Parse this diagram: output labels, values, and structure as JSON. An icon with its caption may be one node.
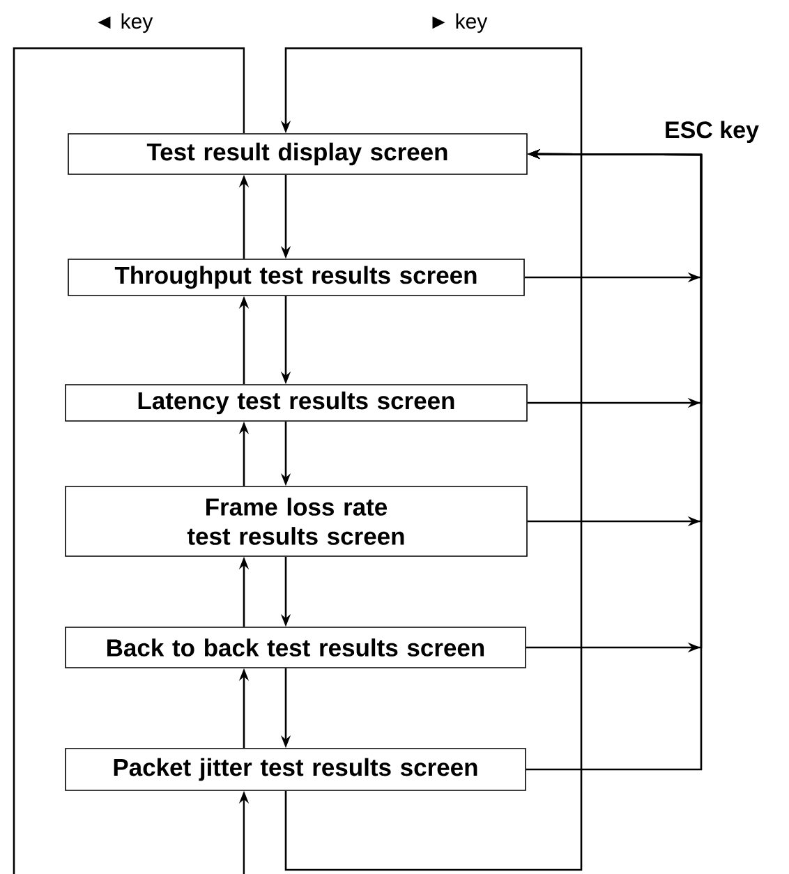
{
  "diagram": {
    "nodes": [
      {
        "text": [
          "Test result display screen"
        ]
      },
      {
        "text": [
          "Throughput test results screen"
        ]
      },
      {
        "text": [
          "Latency test results screen"
        ]
      },
      {
        "text": [
          "Frame loss rate test results screen"
        ]
      },
      {
        "text": [
          "Back to back test results screen"
        ]
      },
      {
        "text": [
          "Packet jitter test results screen"
        ]
      }
    ],
    "edges": [
      {
        "from": 0,
        "to": 1,
        "arrow": "to"
      },
      {
        "from": 1,
        "to": 0,
        "arrow": "to"
      },
      {
        "from": 1,
        "to": 2,
        "arrow": "to"
      },
      {
        "from": 2,
        "to": 1,
        "arrow": "to"
      },
      {
        "from": 2,
        "to": 3,
        "arrow": "to"
      },
      {
        "from": 3,
        "to": 2,
        "arrow": "to"
      },
      {
        "from": 3,
        "to": 4,
        "arrow": "to"
      },
      {
        "from": 4,
        "to": 3,
        "arrow": "to"
      },
      {
        "from": 4,
        "to": 5,
        "arrow": "to"
      },
      {
        "from": 5,
        "to": 4,
        "arrow": "to"
      },
      {
        "from": 0,
        "to": null,
        "arrow": "none",
        "label": "◄ key"
      },
      {
        "from": null,
        "to": 5,
        "arrow": "to"
      },
      {
        "from": 5,
        "to": 0,
        "arrow": "to",
        "label": "► key"
      },
      {
        "from": 1,
        "to": 0,
        "arrow": "to"
      },
      {
        "from": 2,
        "to": 0,
        "arrow": "to"
      },
      {
        "from": 3,
        "to": 0,
        "arrow": "to"
      },
      {
        "from": 4,
        "to": 0,
        "arrow": "to"
      },
      {
        "from": 5,
        "to": 0,
        "arrow": "to",
        "label": "ESC key"
      }
    ]
  }
}
